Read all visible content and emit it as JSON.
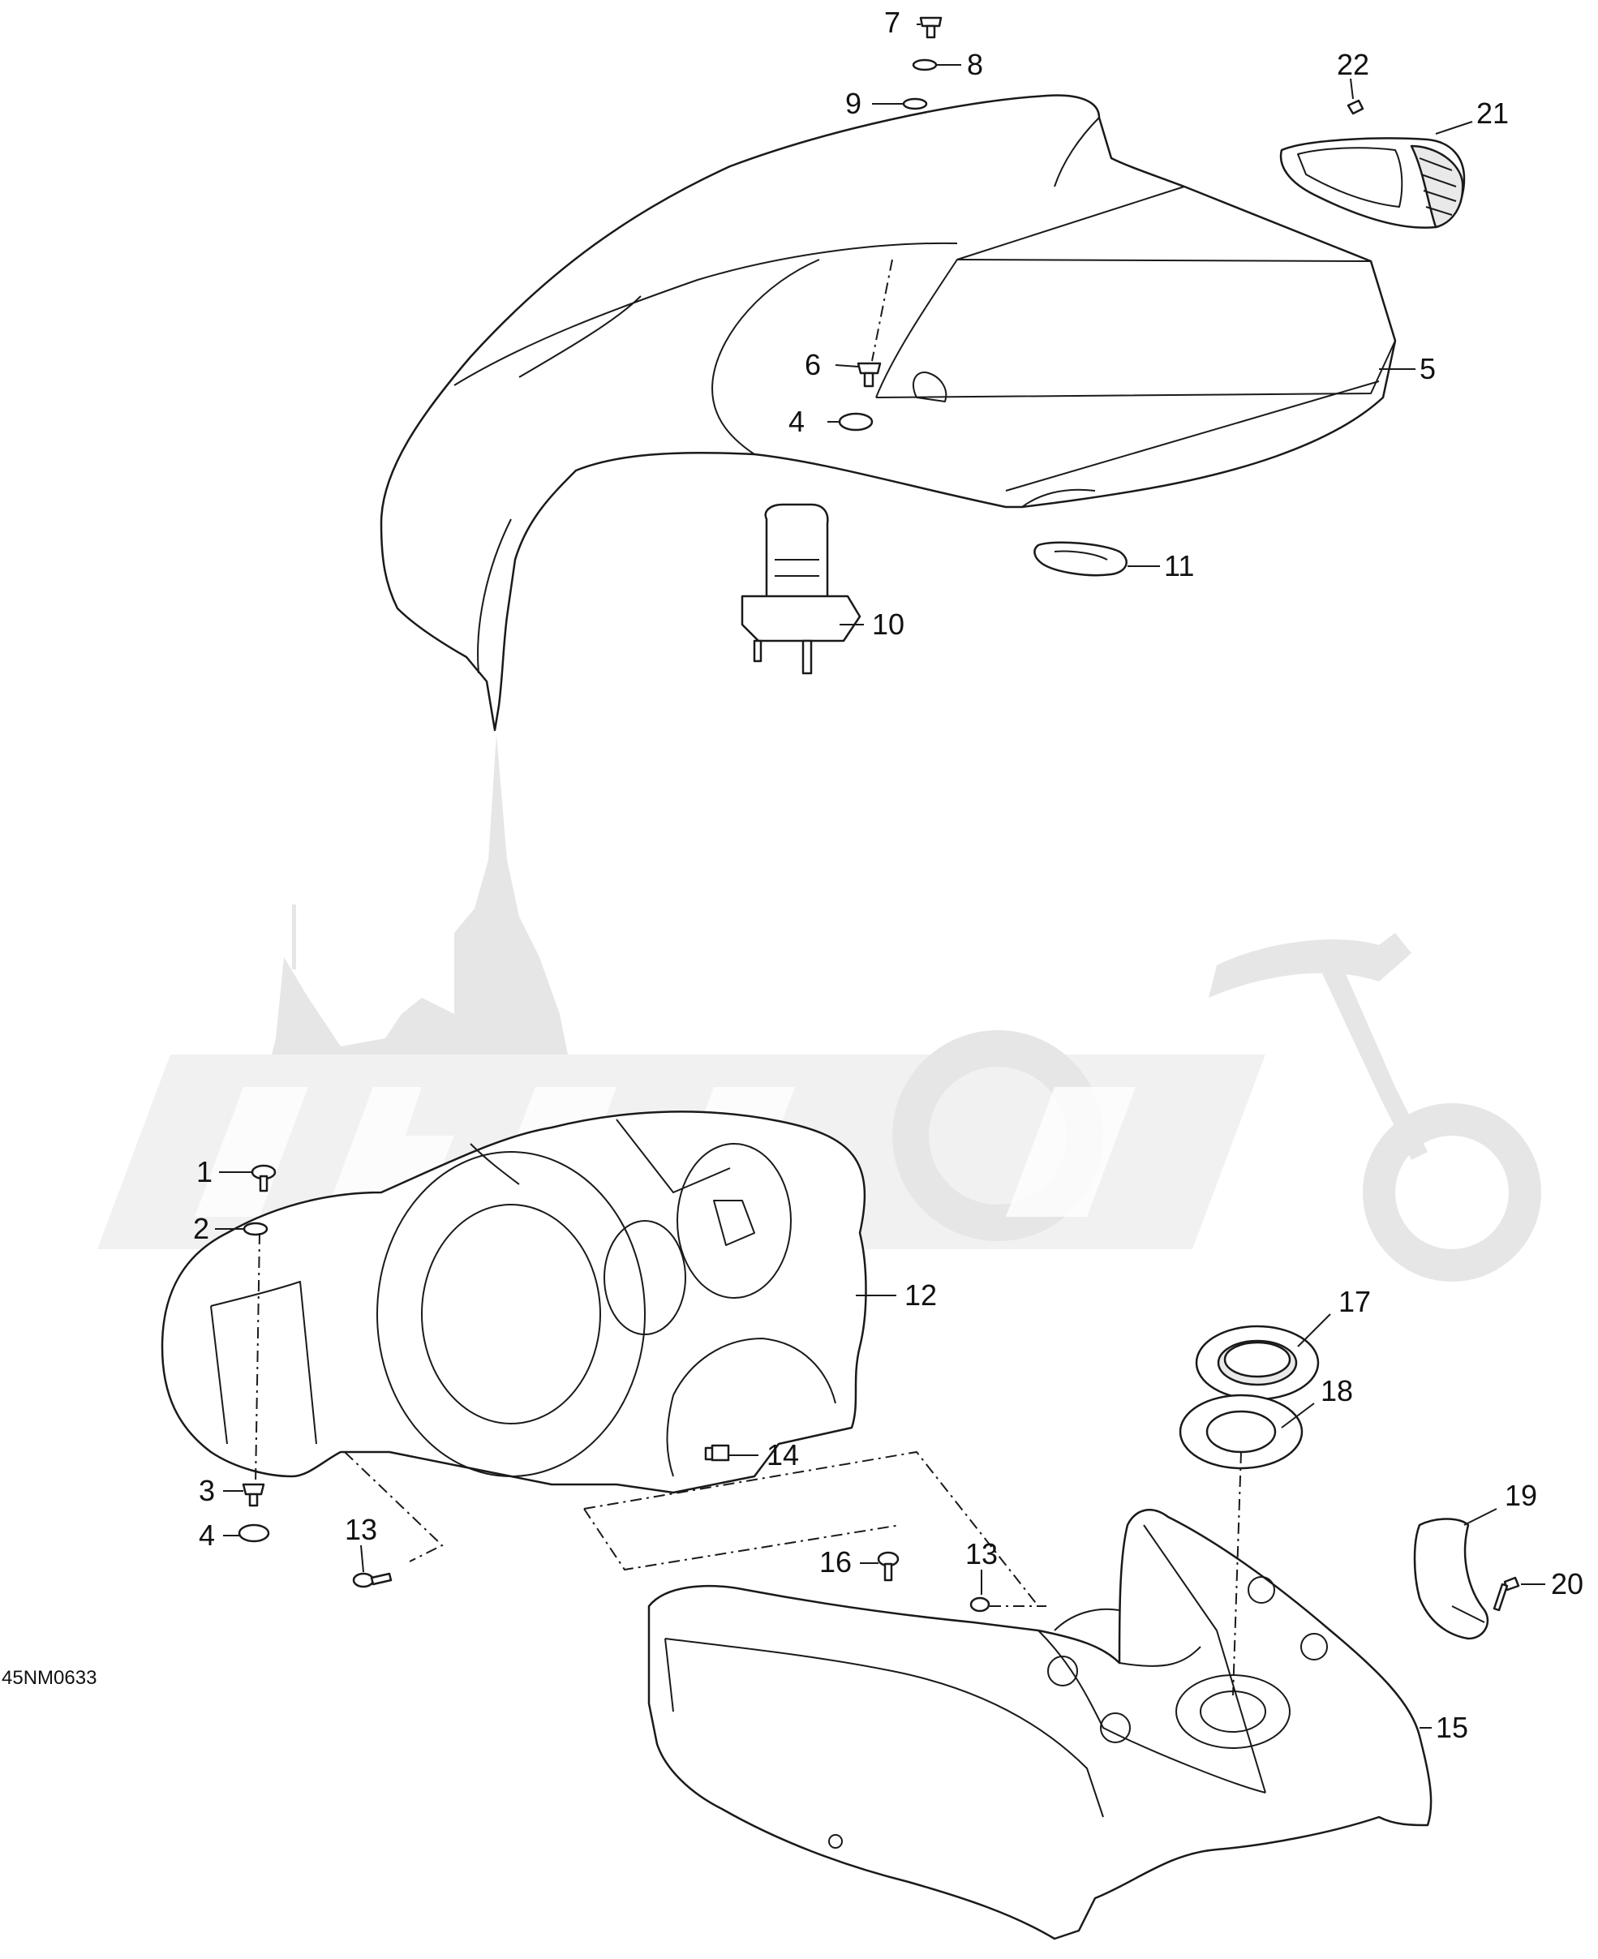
{
  "drawing_code": "45NM0633",
  "parts": [
    {
      "id": "1",
      "label": "1"
    },
    {
      "id": "2",
      "label": "2"
    },
    {
      "id": "3",
      "label": "3"
    },
    {
      "id": "4a",
      "label": "4"
    },
    {
      "id": "4b",
      "label": "4"
    },
    {
      "id": "5",
      "label": "5"
    },
    {
      "id": "6",
      "label": "6"
    },
    {
      "id": "7",
      "label": "7"
    },
    {
      "id": "8",
      "label": "8"
    },
    {
      "id": "9",
      "label": "9"
    },
    {
      "id": "10",
      "label": "10"
    },
    {
      "id": "11",
      "label": "11"
    },
    {
      "id": "12",
      "label": "12"
    },
    {
      "id": "13a",
      "label": "13"
    },
    {
      "id": "13b",
      "label": "13"
    },
    {
      "id": "14",
      "label": "14"
    },
    {
      "id": "15",
      "label": "15"
    },
    {
      "id": "16",
      "label": "16"
    },
    {
      "id": "17",
      "label": "17"
    },
    {
      "id": "18",
      "label": "18"
    },
    {
      "id": "19",
      "label": "19"
    },
    {
      "id": "20",
      "label": "20"
    },
    {
      "id": "21",
      "label": "21"
    },
    {
      "id": "22",
      "label": "22"
    }
  ],
  "watermark": {
    "text": "AeroMoto",
    "icon": "cathedral-motorcycle-logo"
  }
}
